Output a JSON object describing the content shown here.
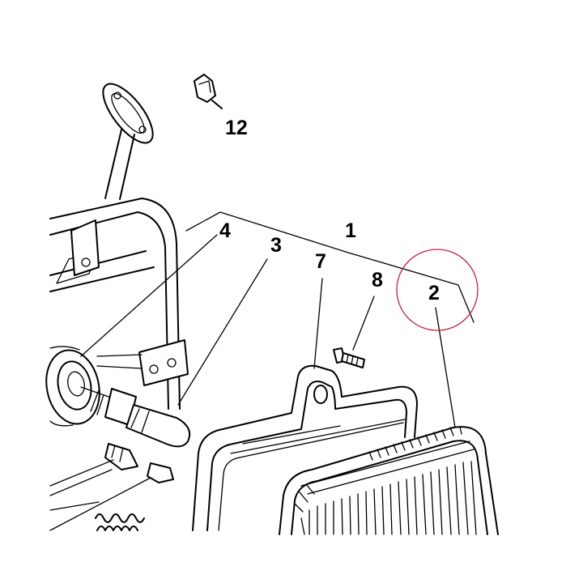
{
  "diagram": {
    "callouts": [
      "12",
      "1",
      "4",
      "3",
      "7",
      "8",
      "2"
    ],
    "highlight_color": "#c8233c"
  }
}
